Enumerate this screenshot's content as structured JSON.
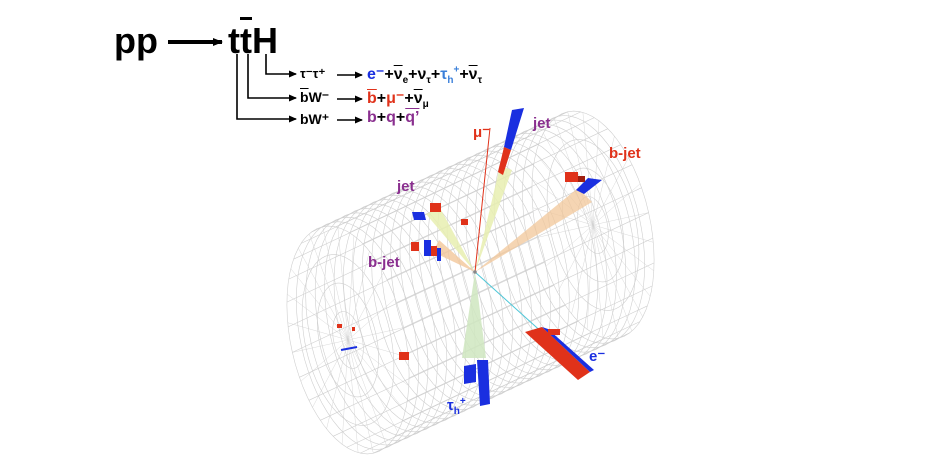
{
  "colors": {
    "blue": "#1a2fe0",
    "red": "#e0321a",
    "purple": "#8a2f8f",
    "light_blue": "#3a7fd9"
  },
  "process": {
    "initial": "pp",
    "final_t": "t",
    "final_tbar": "t",
    "final_h": "H"
  },
  "decays": {
    "higgs": {
      "parent_tau_minus": "τ⁻",
      "parent_tau_plus": "τ⁺",
      "p1": "e⁻",
      "plus1": "+",
      "p2": "ν",
      "p2_sub": "e",
      "plus2": "+",
      "p3": "ν",
      "p3_sub": "τ",
      "plus3": "+",
      "p4": "τ",
      "p4_sub": "h",
      "p4_sup": "+",
      "plus4": "+",
      "p5": "ν",
      "p5_sub": "τ"
    },
    "tbar": {
      "parent_b": "b",
      "parent_w": "W⁻",
      "p1": "b",
      "plus1": "+",
      "p2": "μ⁻",
      "plus2": "+",
      "p3": "ν",
      "p3_sub": "μ"
    },
    "t": {
      "parent": "bW⁺",
      "p1": "b",
      "plus1": "+",
      "p2": "q",
      "plus2": "+",
      "p3": "q’"
    }
  },
  "event_labels": {
    "jet_top": "jet",
    "muon": "μ⁻",
    "bjet_right": "b-jet",
    "jet_left": "jet",
    "bjet_left": "b-jet",
    "electron": "e⁻",
    "tau_h": "τ",
    "tau_h_sub": "h",
    "tau_h_sup": "+"
  }
}
